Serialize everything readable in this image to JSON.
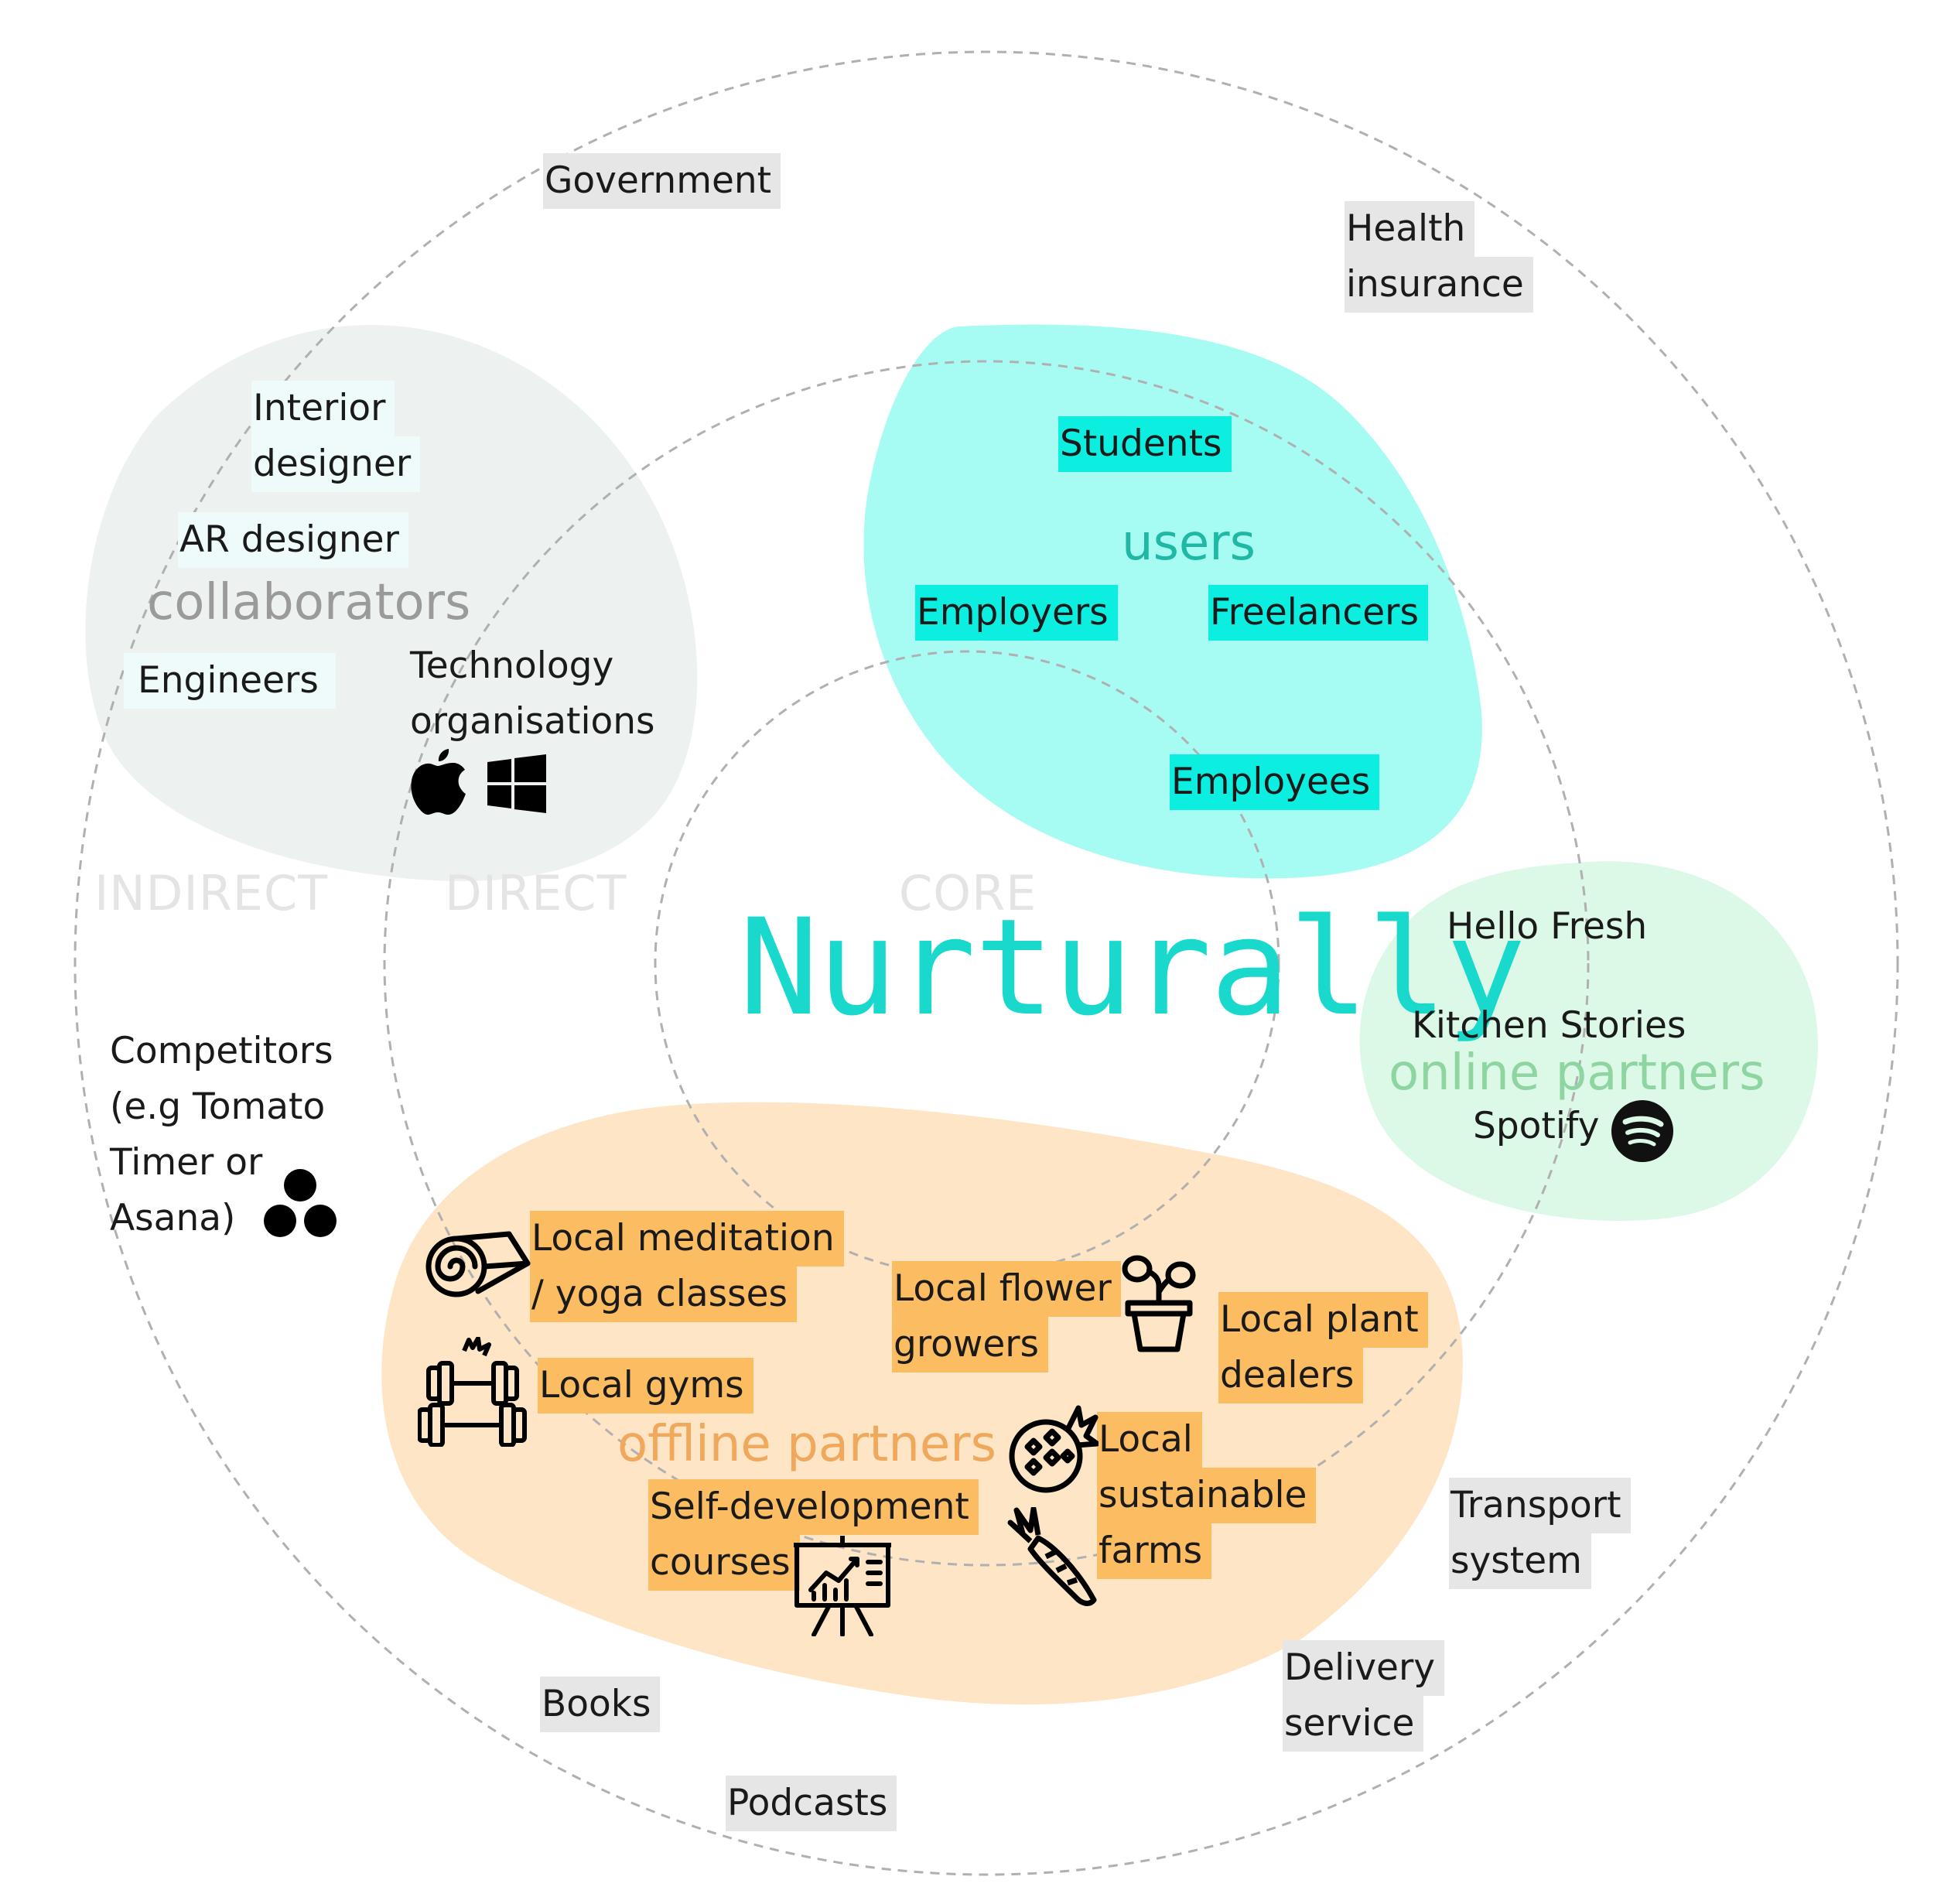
{
  "center": {
    "title": "Nurturally"
  },
  "rings": {
    "core": "CORE",
    "direct": "DIRECT",
    "indirect": "INDIRECT"
  },
  "groups": {
    "collaborators": "collaborators",
    "users": "users",
    "online_partners": "online partners",
    "offline_partners": "offline partners"
  },
  "indirect": {
    "government": "Government",
    "health_insurance": [
      "Health",
      "insurance"
    ],
    "competitors": [
      "Competitors",
      "(e.g Tomato",
      "Timer or",
      "Asana)"
    ],
    "transport": [
      "Transport",
      "system"
    ],
    "delivery": [
      "Delivery",
      "service"
    ],
    "books": "Books",
    "podcasts": "Podcasts"
  },
  "collaborators": {
    "interior": [
      "Interior",
      "designer"
    ],
    "ar": "AR designer",
    "engineers": "Engineers",
    "technology": [
      "Technology",
      "organisations"
    ]
  },
  "users": {
    "students": "Students",
    "employers": "Employers",
    "freelancers": "Freelancers",
    "employees": "Employees"
  },
  "online": {
    "hello_fresh": "Hello Fresh",
    "kitchen_stories": "Kitchen Stories",
    "spotify": "Spotify"
  },
  "offline": {
    "meditation": [
      "Local meditation",
      "/ yoga classes"
    ],
    "gyms": "Local gyms",
    "flower": [
      "Local flower",
      "growers"
    ],
    "plant": [
      "Local plant",
      "dealers"
    ],
    "farms": [
      "Local",
      "sustainable",
      "farms"
    ],
    "courses": [
      "Self-development",
      "courses"
    ]
  },
  "colors": {
    "brand": "#19d9cc",
    "users_blob": "#a6fbf3",
    "collab_blob": "#edf2f1",
    "online_blob": "#dcf8e6",
    "offline_blob": "#fee5c6",
    "users_label": "#1fb8a4",
    "collab_label": "#9a9a9a",
    "online_label": "#8ed5a2",
    "offline_label": "#f0a95c"
  }
}
